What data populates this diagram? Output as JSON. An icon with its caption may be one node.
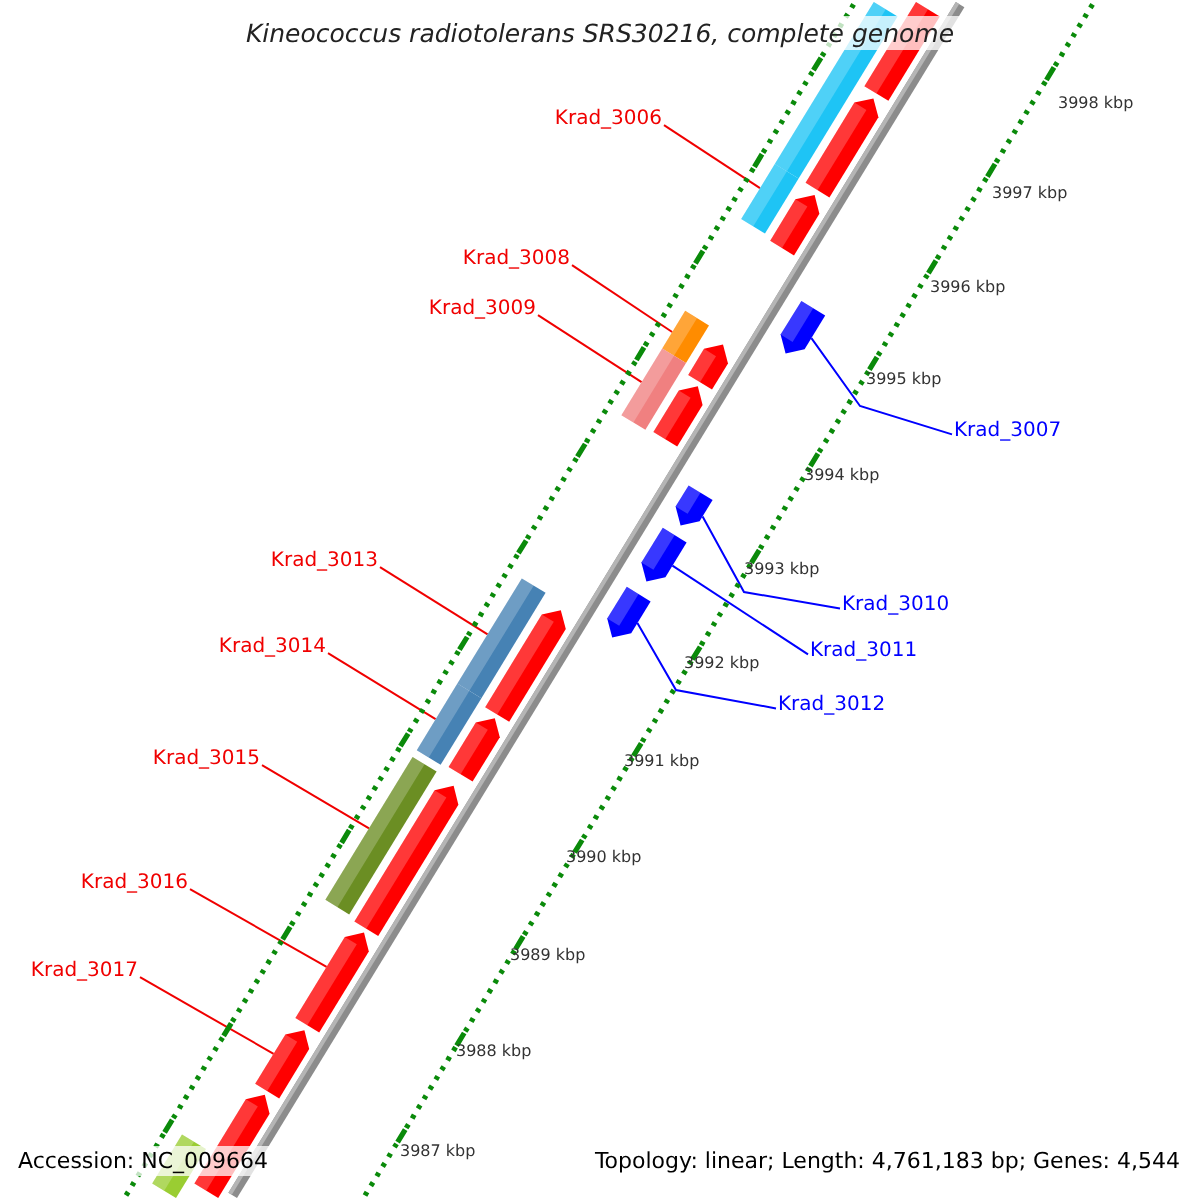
{
  "diagram": {
    "title": "Kineococcus radiotolerans SRS30216, complete genome",
    "nodes": [
      {
        "text": [
          "Krad_3006"
        ]
      },
      {
        "text": [
          "Krad_3008"
        ]
      },
      {
        "text": [
          "Krad_3009"
        ]
      },
      {
        "text": [
          "Krad_3007"
        ]
      },
      {
        "text": [
          "Krad_3013"
        ]
      },
      {
        "text": [
          "Krad_3010"
        ]
      },
      {
        "text": [
          "Krad_3014"
        ]
      },
      {
        "text": [
          "Krad_3011"
        ]
      },
      {
        "text": [
          "Krad_3012"
        ]
      },
      {
        "text": [
          "Krad_3015"
        ]
      },
      {
        "text": [
          "Krad_3016"
        ]
      },
      {
        "text": [
          "Krad_3017"
        ]
      },
      {
        "text": [],
        "shape": "bar"
      },
      {
        "text": [],
        "shape": "arrow"
      },
      {
        "text": [],
        "shape": "arrow"
      },
      {
        "text": [],
        "shape": "bar"
      },
      {
        "text": [],
        "shape": "arrow"
      },
      {
        "text": [],
        "shape": "arrow"
      },
      {
        "text": [],
        "shape": "bar"
      },
      {
        "text": [],
        "shape": "arrow"
      },
      {
        "text": [],
        "shape": "bar"
      },
      {
        "text": [],
        "shape": "arrow"
      },
      {
        "text": [],
        "shape": "arrow"
      },
      {
        "text": [],
        "shape": "arrow"
      },
      {
        "text": [],
        "shape": "arrow"
      },
      {
        "text": [],
        "shape": "bar"
      },
      {
        "text": [],
        "shape": "arrow"
      },
      {
        "text": [],
        "shape": "bar"
      },
      {
        "text": [],
        "shape": "arrow"
      },
      {
        "text": [],
        "shape": "bar"
      },
      {
        "text": [],
        "shape": "arrow"
      },
      {
        "text": [],
        "shape": "arrow"
      },
      {
        "text": [],
        "shape": "arrow"
      },
      {
        "text": [],
        "shape": "arrow"
      },
      {
        "text": [],
        "shape": "bar"
      }
    ],
    "edges": [
      {
        "from": 0,
        "to": 15,
        "arrow": "none"
      },
      {
        "from": 1,
        "to": 18,
        "arrow": "none"
      },
      {
        "from": 2,
        "to": 20,
        "arrow": "none"
      },
      {
        "from": 3,
        "to": 17,
        "arrow": "none",
        "color": "#0000ff"
      },
      {
        "from": 4,
        "to": 25,
        "arrow": "none"
      },
      {
        "from": 5,
        "to": 22,
        "arrow": "none",
        "color": "#0000ff"
      },
      {
        "from": 6,
        "to": 27,
        "arrow": "none"
      },
      {
        "from": 7,
        "to": 23,
        "arrow": "none",
        "color": "#0000ff"
      },
      {
        "from": 8,
        "to": 24,
        "arrow": "none",
        "color": "#0000ff"
      },
      {
        "from": 9,
        "to": 29,
        "arrow": "none"
      },
      {
        "from": 10,
        "to": 31,
        "arrow": "none"
      },
      {
        "from": 11,
        "to": 32,
        "arrow": "none"
      }
    ],
    "labels": [
      "3998 kbp",
      "3997 kbp",
      "3996 kbp",
      "3995 kbp",
      "3994 kbp",
      "3993 kbp",
      "3992 kbp",
      "3991 kbp",
      "3990 kbp",
      "3989 kbp",
      "3988 kbp",
      "3987 kbp",
      "Accession: NC_009664",
      "Topology: linear; Length: 4,761,183 bp; Genes: 4,544"
    ]
  }
}
